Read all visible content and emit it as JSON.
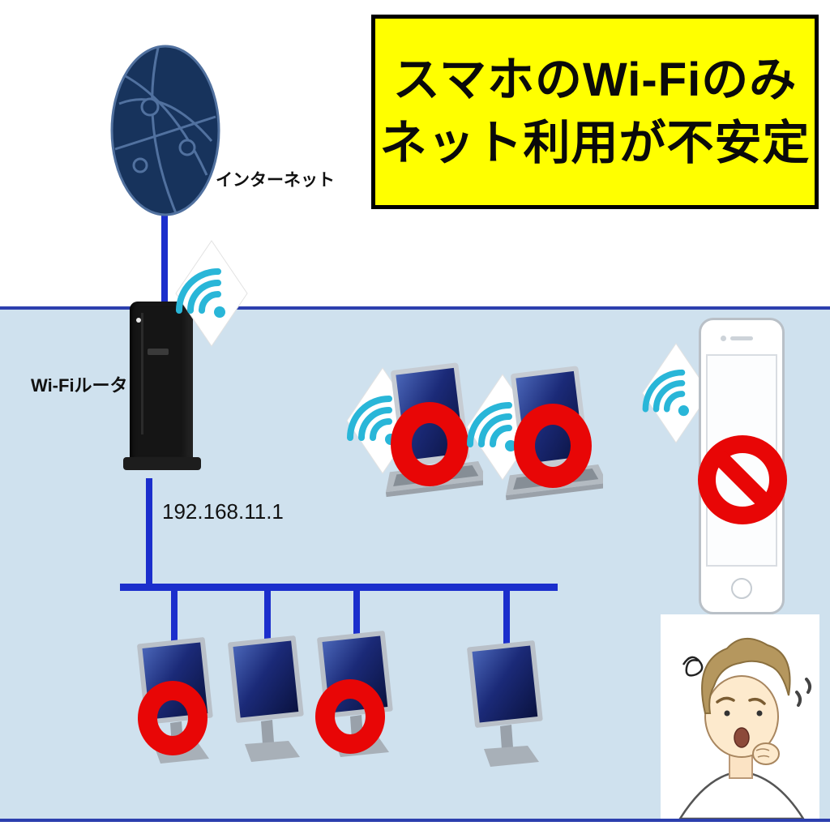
{
  "banner": {
    "line1": "スマホのWi-Fiのみ",
    "line2": "ネット利用が不安定",
    "bg_color": "#ffff00",
    "text_color": "#000000"
  },
  "labels": {
    "internet": "インターネット",
    "router": "Wi-Fiルータ",
    "router_ip": "192.168.11.1"
  },
  "colors": {
    "lan_background": "#cfe1ee",
    "network_line_blue": "#1b2ecc",
    "lan_border_blue": "#2c3fae",
    "wifi_cyan": "#29b6d8",
    "globe_navy": "#17335c",
    "prohibited_red": "#e80606",
    "screen_navy": "#16246e"
  },
  "icons": {
    "internet_globe": "internet-globe-icon",
    "wifi_signal": "wifi-signal-icon",
    "prohibition": "prohibition-icon",
    "worried_man": "worried-man-illustration"
  },
  "devices": {
    "router": {
      "label": "Wi-Fiルータ",
      "ip": "192.168.11.1",
      "connection": "wired-to-internet"
    },
    "desktops": [
      {
        "id": "desktop-1",
        "connection": "wired",
        "blocked": true
      },
      {
        "id": "desktop-2",
        "connection": "wired",
        "blocked": false
      },
      {
        "id": "desktop-3",
        "connection": "wired",
        "blocked": true
      },
      {
        "id": "desktop-4",
        "connection": "wired",
        "blocked": false
      }
    ],
    "laptops": [
      {
        "id": "laptop-1",
        "connection": "wifi",
        "blocked": true
      },
      {
        "id": "laptop-2",
        "connection": "wifi",
        "blocked": true
      }
    ],
    "smartphone": {
      "id": "smartphone-1",
      "connection": "wifi",
      "blocked": true
    }
  }
}
